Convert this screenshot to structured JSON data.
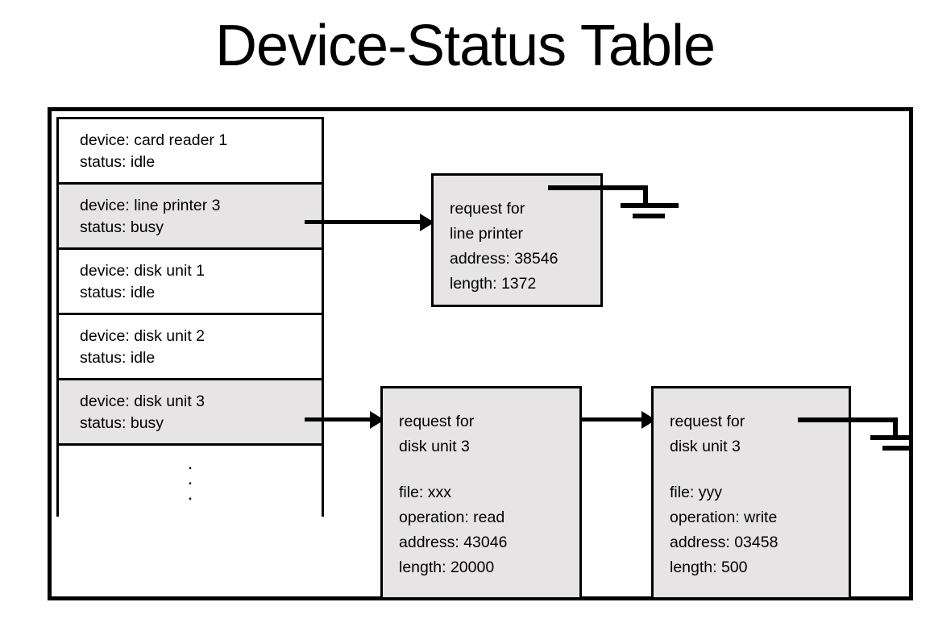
{
  "title": "Device-Status Table",
  "device_table": {
    "rows": [
      {
        "device": "device: card reader 1",
        "status": "status: idle",
        "busy": false
      },
      {
        "device": "device: line printer 3",
        "status": "status: busy",
        "busy": true
      },
      {
        "device": "device: disk unit 1",
        "status": "status: idle",
        "busy": false
      },
      {
        "device": "device: disk unit 2",
        "status": "status: idle",
        "busy": false
      },
      {
        "device": "device: disk unit 3",
        "status": "status: busy",
        "busy": true
      }
    ],
    "continuation": {
      "dot": "."
    }
  },
  "requests": {
    "line_printer": {
      "line1": "request for",
      "line2": "line printer",
      "line3": "address: 38546",
      "line4": "length: 1372"
    },
    "disk_a": {
      "line1": "request for",
      "line2": "disk unit 3",
      "line3": "file: xxx",
      "line4": "operation: read",
      "line5": "address: 43046",
      "line6": "length: 20000"
    },
    "disk_b": {
      "line1": "request for",
      "line2": "disk unit 3",
      "line3": "file: yyy",
      "line4": "operation: write",
      "line5": "address: 03458",
      "line6": "length: 500"
    }
  },
  "colors": {
    "busy_row_fill": "#e6e4e4",
    "request_box_fill": "#e6e4e4",
    "stroke": "#000000",
    "background": "#ffffff"
  }
}
